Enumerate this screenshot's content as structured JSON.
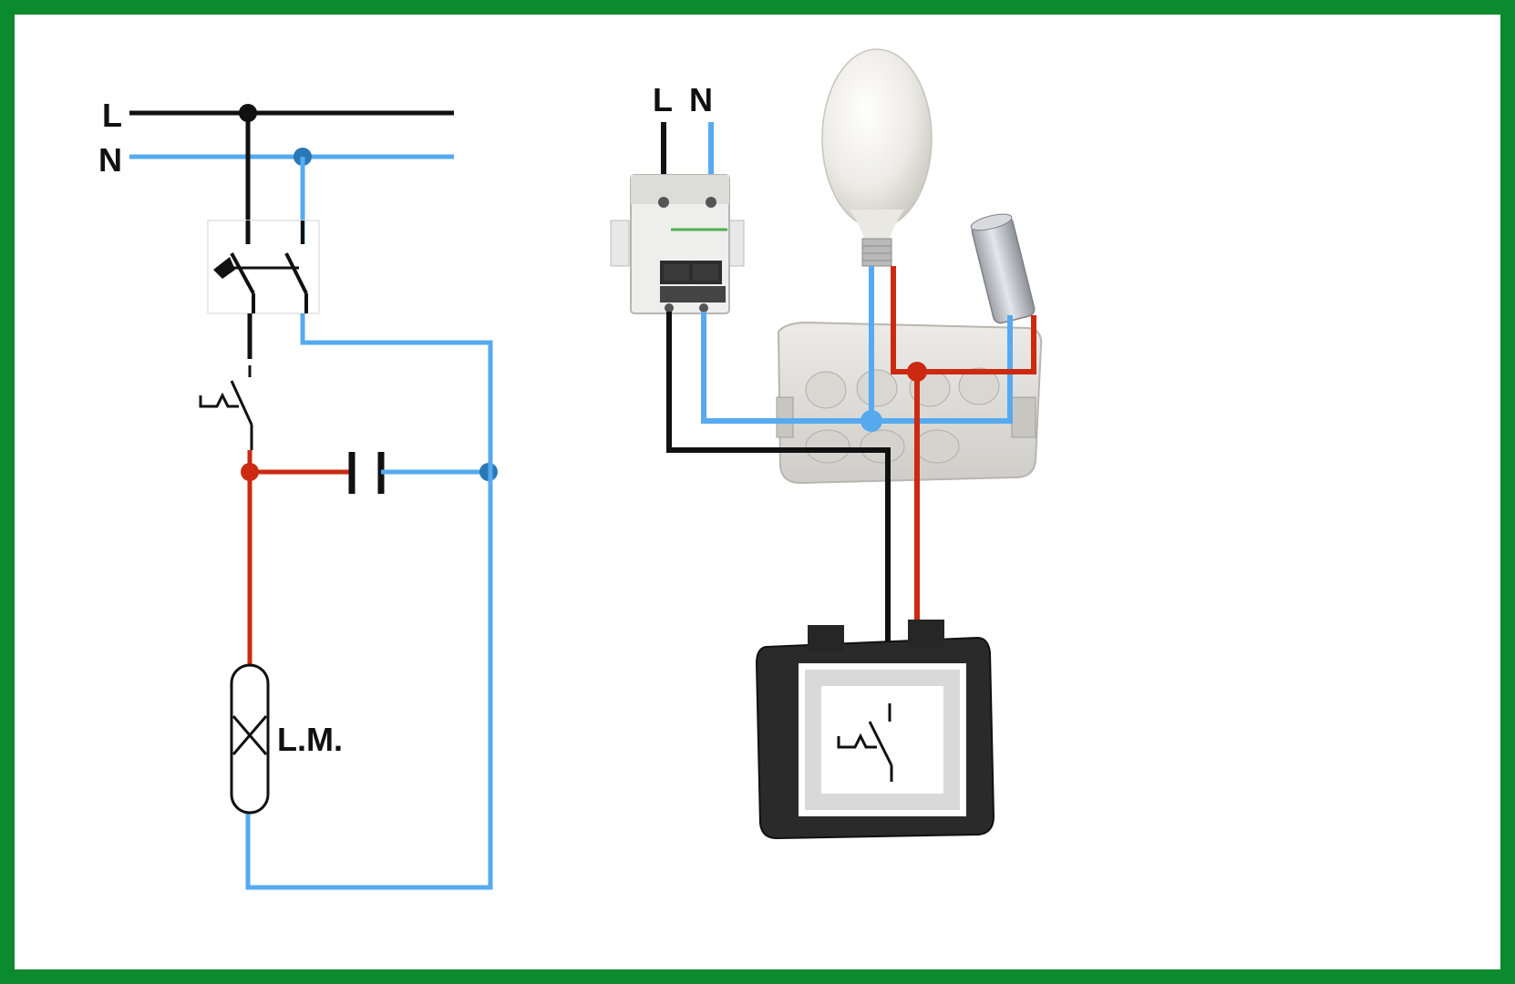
{
  "schematic": {
    "line_label": "L",
    "neutral_label": "N",
    "lamp_label": "L.M."
  },
  "wiring": {
    "line_label": "L",
    "neutral_label": "N"
  },
  "colors": {
    "frame": "#0b8a2e",
    "line_wire": "#111111",
    "neutral_wire": "#55aaf0",
    "switched_wire": "#cc2a10"
  }
}
